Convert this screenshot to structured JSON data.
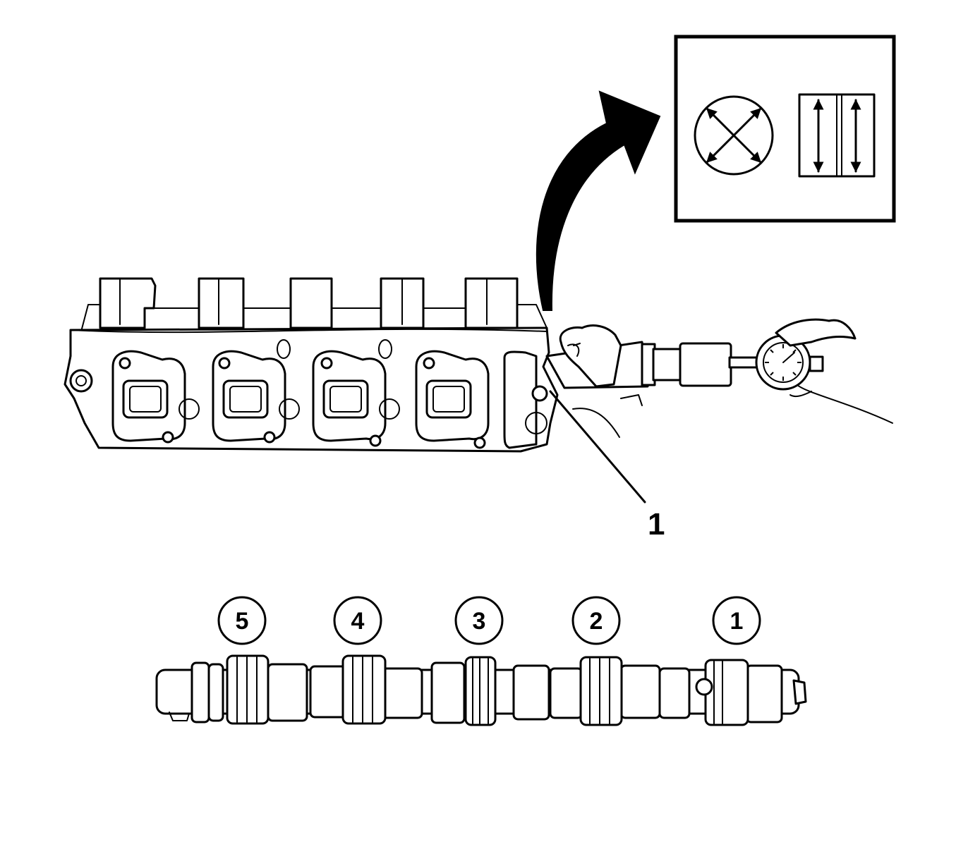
{
  "callout": {
    "label": "1"
  },
  "journals": [
    {
      "label": "5"
    },
    {
      "label": "4"
    },
    {
      "label": "3"
    },
    {
      "label": "2"
    },
    {
      "label": "1"
    }
  ],
  "inset": {
    "icons": [
      "round-bore-diameter-icon",
      "taper-measurement-icon"
    ]
  },
  "colors": {
    "line": "#000000",
    "background": "#ffffff"
  }
}
